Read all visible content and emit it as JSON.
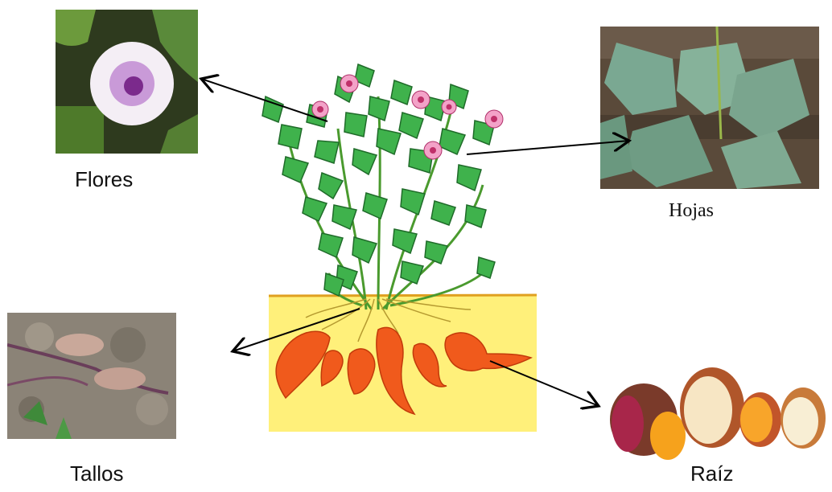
{
  "labels": {
    "flores": "Flores",
    "hojas": "Hojas",
    "tallos": "Tallos",
    "raiz": "Raíz"
  },
  "colors": {
    "leaf": "#3fb24c",
    "leaf_dark": "#1f6b29",
    "soil": "#fff07a",
    "soil_line": "#e0a020",
    "tuber": "#f05a1c",
    "flower": "#f3a2c8"
  }
}
